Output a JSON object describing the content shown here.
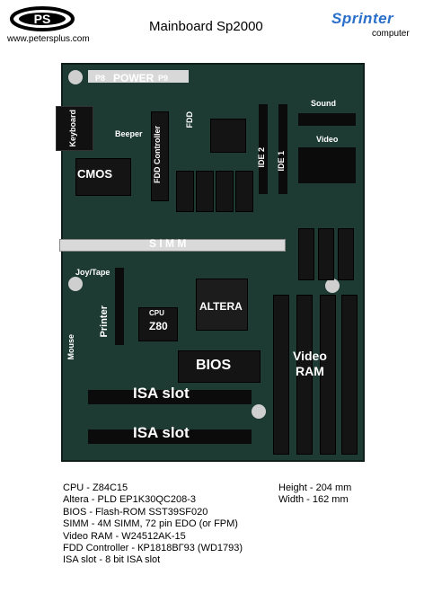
{
  "header": {
    "logo_text": "PS",
    "site_url": "www.petersplus.com",
    "title": "Mainboard Sp2000",
    "brand": "Sprinter",
    "brand_sub": "computer"
  },
  "colors": {
    "brand": "#2a6fc9",
    "pcb": "#1d3a33"
  },
  "board_labels": {
    "p8": "P8",
    "power": "POWER",
    "p9": "P9",
    "keyboard": "Keyboard",
    "beeper": "Beeper",
    "cmos": "CMOS",
    "fdd_controller": "FDD Controller",
    "fdd": "FDD",
    "ide2": "IDE 2",
    "ide1": "IDE 1",
    "sound": "Sound",
    "video": "Video",
    "simm": "S I M M",
    "joy_tape": "Joy/Tape",
    "printer": "Printer",
    "mouse": "Mouse",
    "cpu": "CPU",
    "z80": "Z80",
    "altera": "ALTERA",
    "bios": "BIOS",
    "video_ram": "Video\nRAM",
    "isa1": "ISA slot",
    "isa2": "ISA slot"
  },
  "specs": [
    "CPU   - Z84C15",
    "Altera - PLD EP1K30QC208-3",
    "BIOS - Flash-ROM SST39SF020",
    "SIMM -  4M SIMM, 72 pin EDO (or FPM)",
    "Video RAM  - W24512AK-15",
    "FDD Controller - КР1818ВГ93 (WD1793)",
    "ISA slot - 8 bit ISA slot"
  ],
  "dimensions": [
    "Height - 204 mm",
    "Width  - 162 mm"
  ]
}
